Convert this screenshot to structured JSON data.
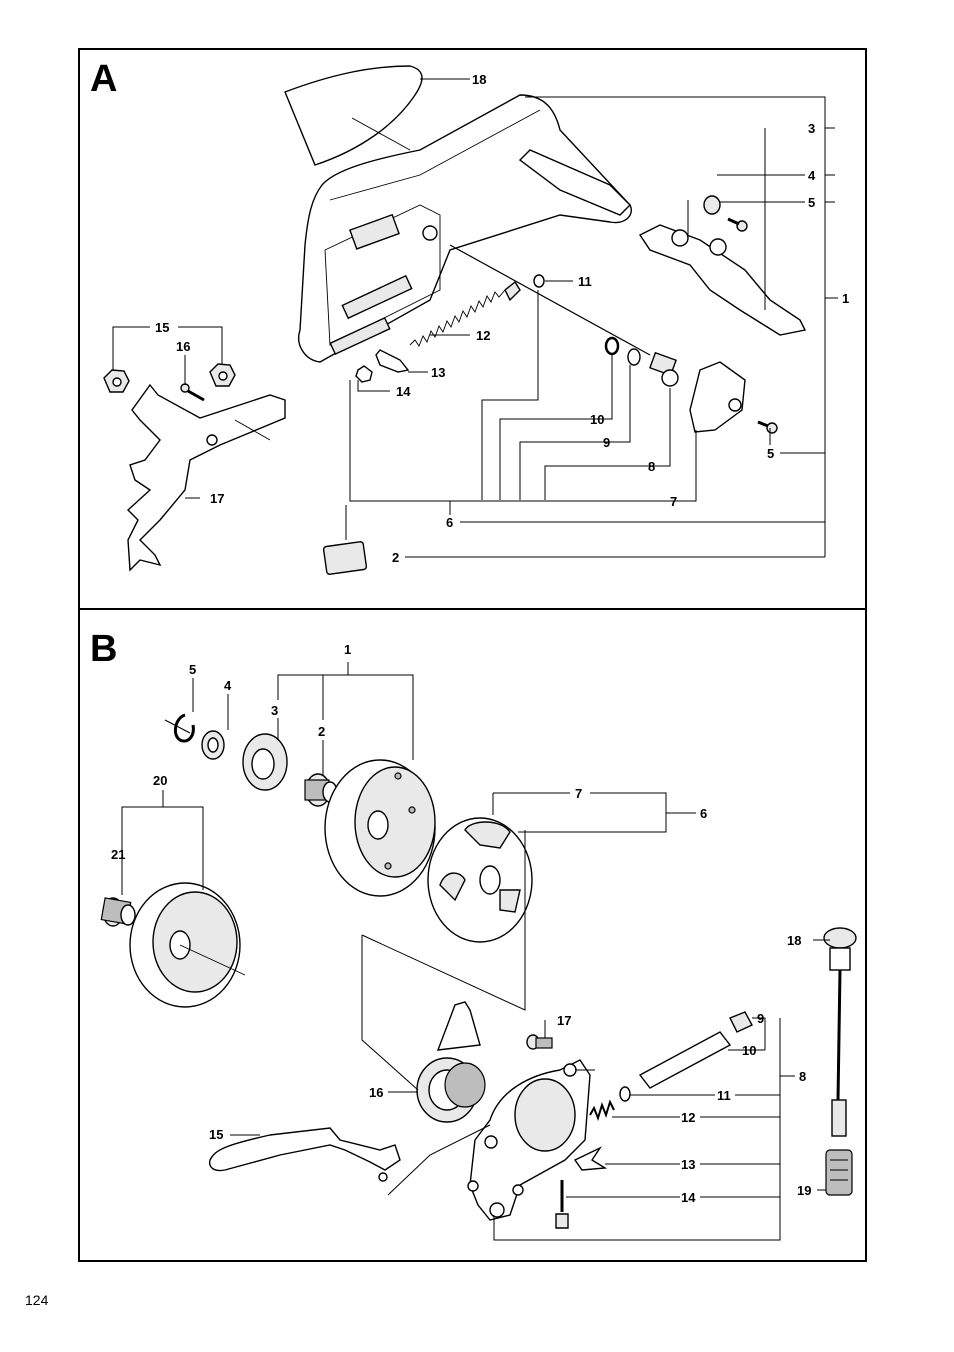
{
  "page_number": "124",
  "sections": {
    "a": {
      "letter": "A",
      "callouts": [
        "18",
        "3",
        "4",
        "5",
        "1",
        "11",
        "12",
        "13",
        "14",
        "15",
        "16",
        "17",
        "10",
        "9",
        "8",
        "7",
        "6",
        "5",
        "2"
      ]
    },
    "b": {
      "letter": "B",
      "callouts": [
        "1",
        "5",
        "4",
        "3",
        "2",
        "20",
        "7",
        "6",
        "21",
        "18",
        "17",
        "9",
        "10",
        "8",
        "16",
        "11",
        "12",
        "15",
        "13",
        "14",
        "19"
      ]
    }
  }
}
